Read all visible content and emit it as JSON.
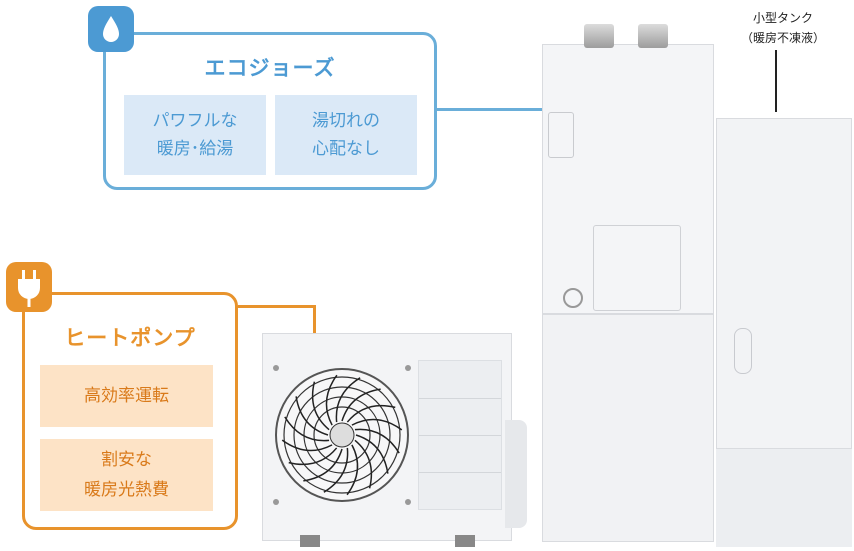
{
  "eco_jozu": {
    "title": "エコジョーズ",
    "features": [
      "パワフルな\n暖房･給湯",
      "湯切れの\n心配なし"
    ],
    "icon": "water-drop-icon",
    "accent_color": "#4c9ad3"
  },
  "heat_pump": {
    "title": "ヒートポンプ",
    "features": [
      "高効率運転",
      "割安な\n暖房光熱費"
    ],
    "icon": "electric-plug-icon",
    "accent_color": "#e8932c"
  },
  "small_tank": {
    "label": "小型タンク\n（暖房不凍液）"
  }
}
